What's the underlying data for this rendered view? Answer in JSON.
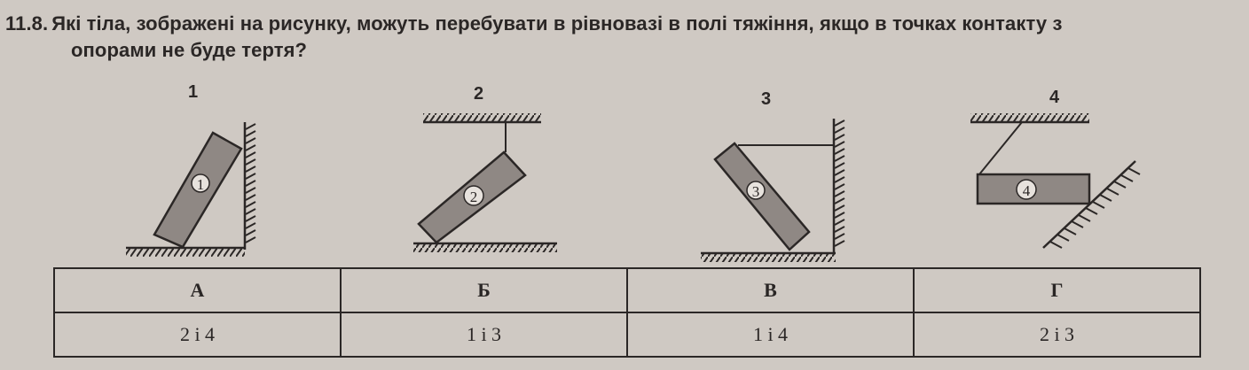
{
  "question": {
    "number": "11.8.",
    "line1": "Які тіла, зображені на рисунку, можуть перебувати в рівновазі в полі тяжіння, якщо в точках контакту з",
    "line2": "опорами не буде тертя?"
  },
  "figures": [
    {
      "label": "1",
      "body_label": "1"
    },
    {
      "label": "2",
      "body_label": "2"
    },
    {
      "label": "3",
      "body_label": "3"
    },
    {
      "label": "4",
      "body_label": "4"
    }
  ],
  "answers": {
    "headers": [
      "А",
      "Б",
      "В",
      "Г"
    ],
    "values": [
      "2 і 4",
      "1 і 3",
      "1 і 4",
      "2 і 3"
    ]
  },
  "colors": {
    "paper": "#cfc9c3",
    "ink": "#2b2726",
    "body_fill": "#8f8884"
  }
}
